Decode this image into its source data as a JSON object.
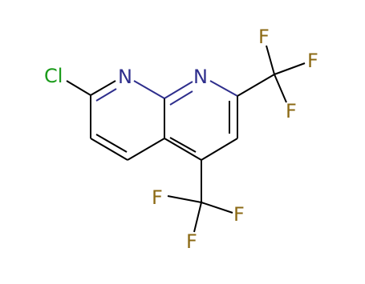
{
  "molecule": {
    "atoms": [
      {
        "symbol": "Cl",
        "color": "#1a9b1a"
      },
      {
        "symbol": "N",
        "color": "#2e2e8c"
      },
      {
        "symbol": "N",
        "color": "#2e2e8c"
      },
      {
        "symbol": "F",
        "color": "#8b6914"
      },
      {
        "symbol": "F",
        "color": "#8b6914"
      },
      {
        "symbol": "F",
        "color": "#8b6914"
      },
      {
        "symbol": "F",
        "color": "#8b6914"
      },
      {
        "symbol": "F",
        "color": "#8b6914"
      },
      {
        "symbol": "F",
        "color": "#8b6914"
      }
    ],
    "bond_color": "#000000"
  }
}
